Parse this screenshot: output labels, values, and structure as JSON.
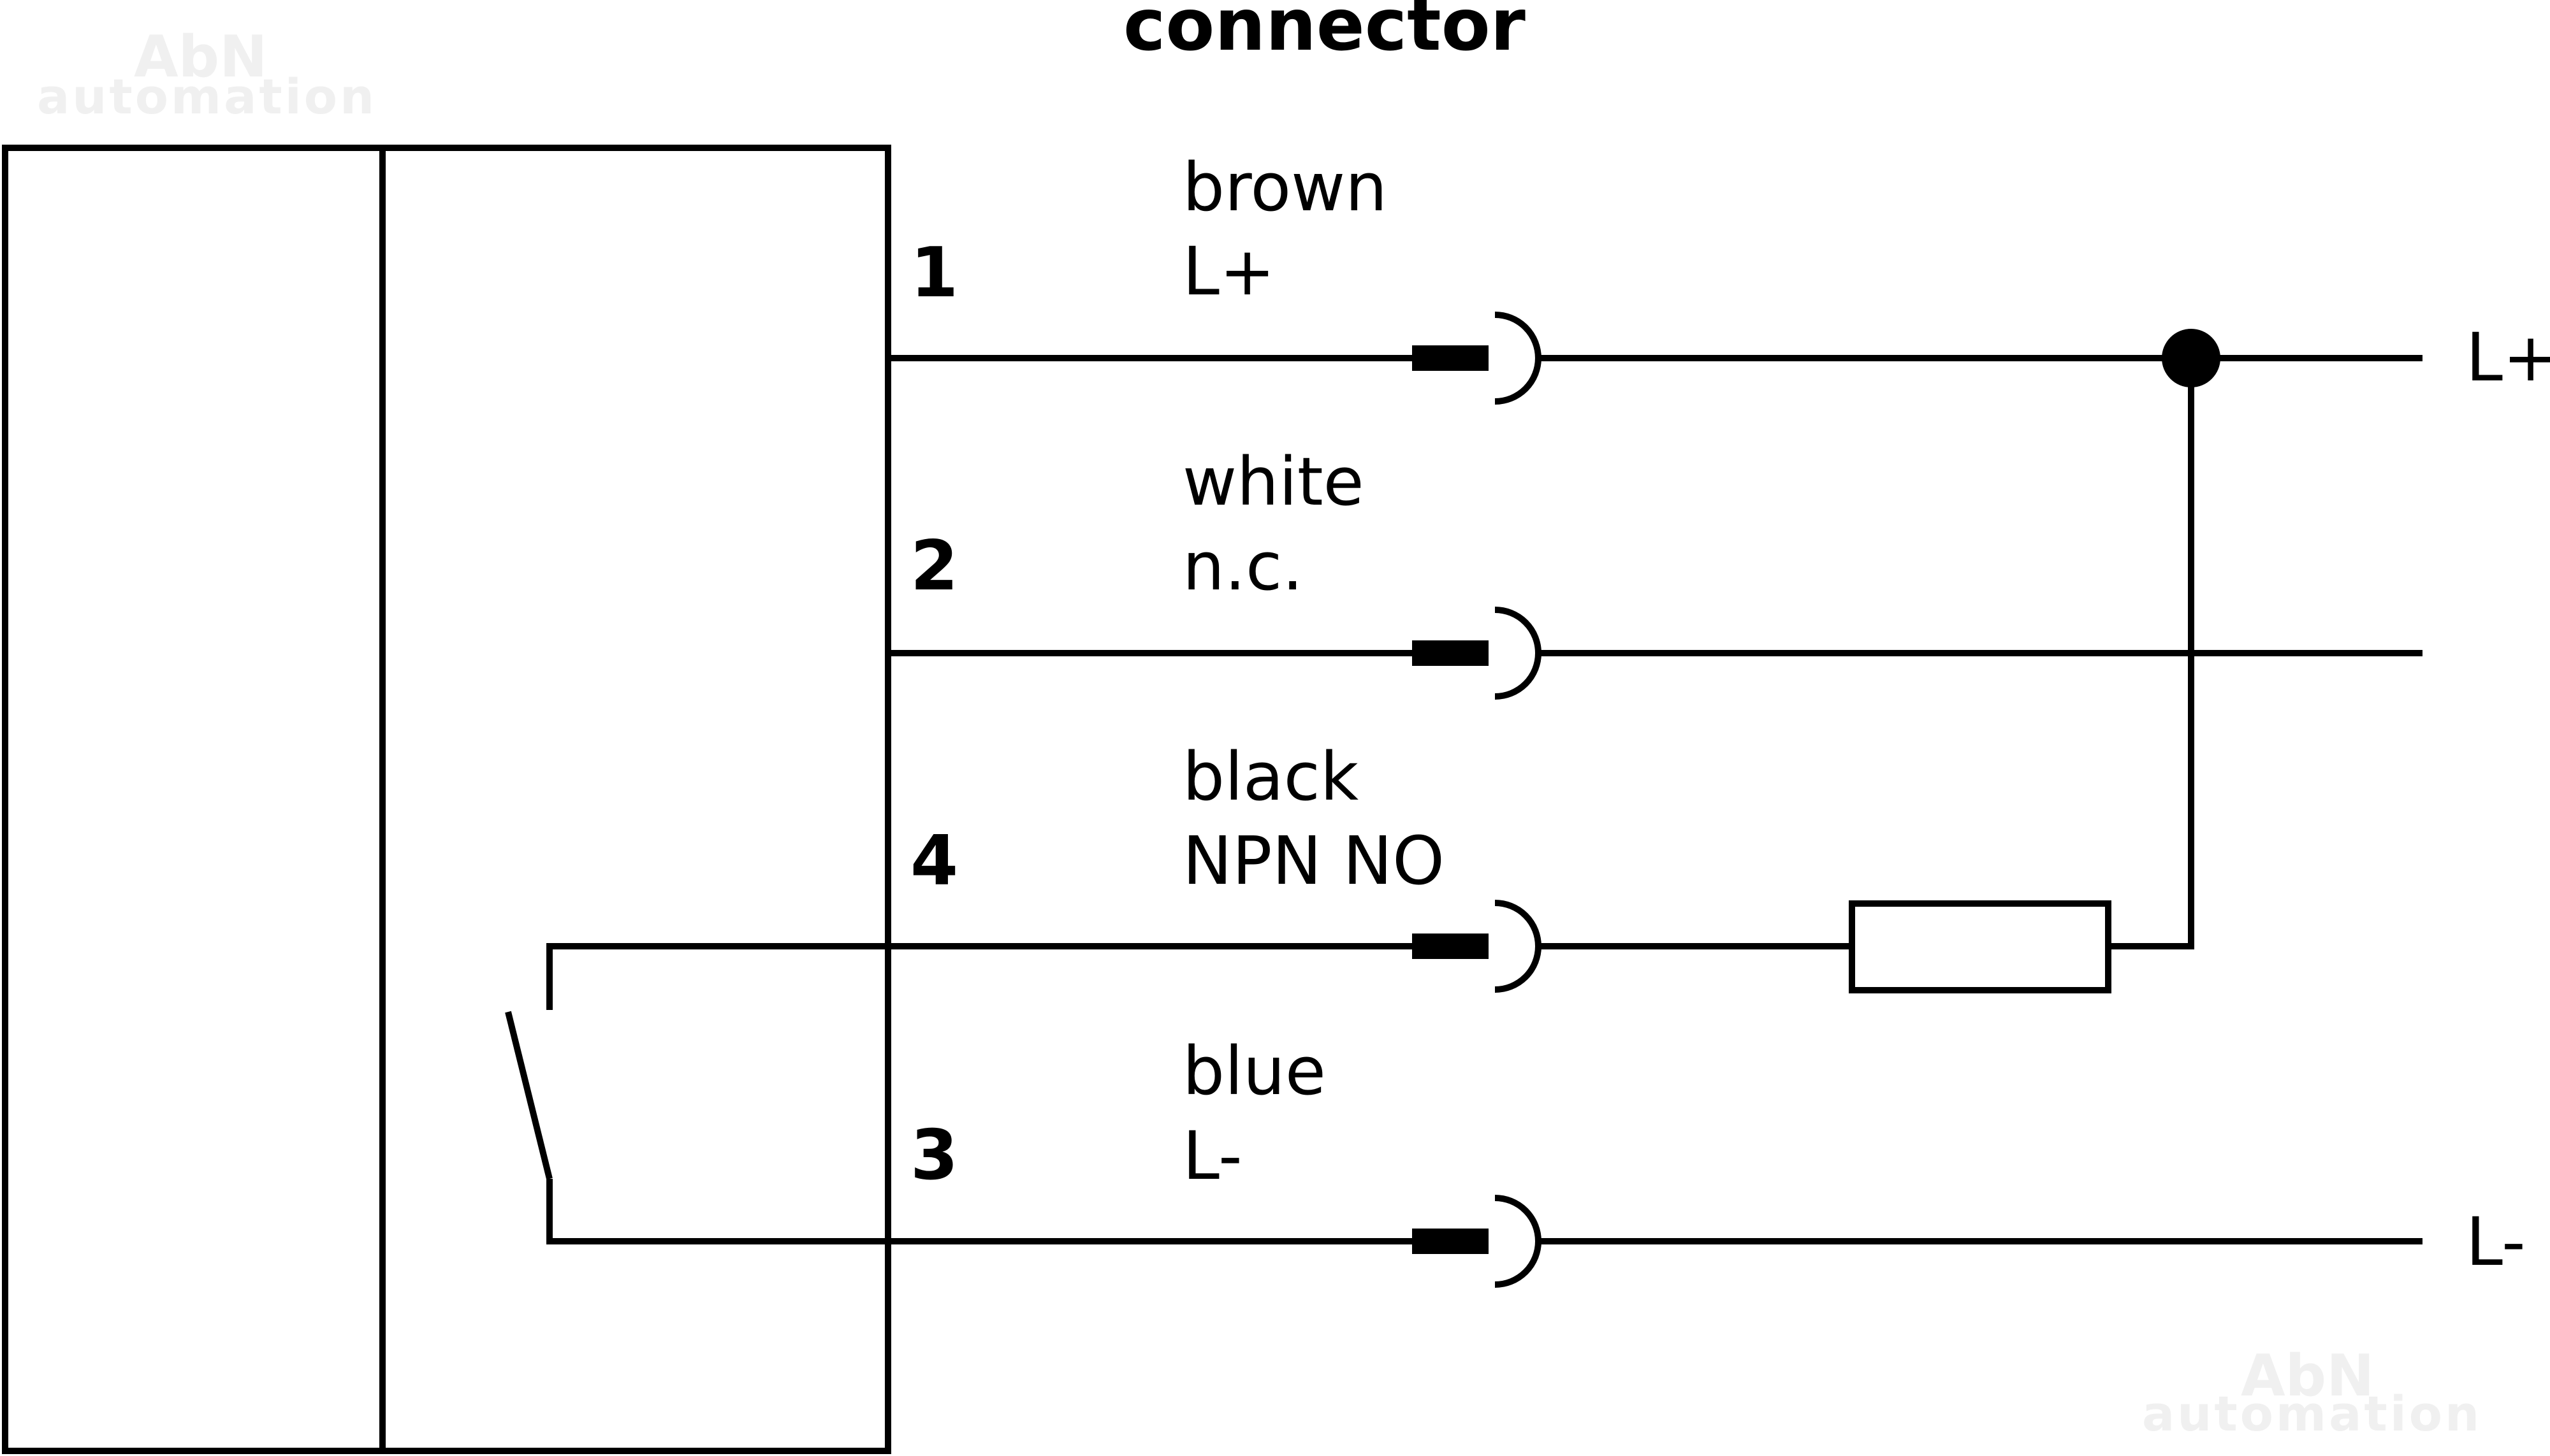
{
  "title": "connector",
  "watermark": {
    "line1": "AbN",
    "line2": "automation"
  },
  "pins": [
    {
      "number": "1",
      "color": "brown",
      "signal": "L+"
    },
    {
      "number": "2",
      "color": "white",
      "signal": "n.c."
    },
    {
      "number": "4",
      "color": "black",
      "signal": "NPN NO"
    },
    {
      "number": "3",
      "color": "blue",
      "signal": "L-"
    }
  ],
  "terminals": {
    "positive": "L+",
    "negative": "L-"
  },
  "icons": [
    "connector-plug-icon",
    "junction-dot-icon",
    "load-resistor-icon",
    "switch-icon"
  ]
}
